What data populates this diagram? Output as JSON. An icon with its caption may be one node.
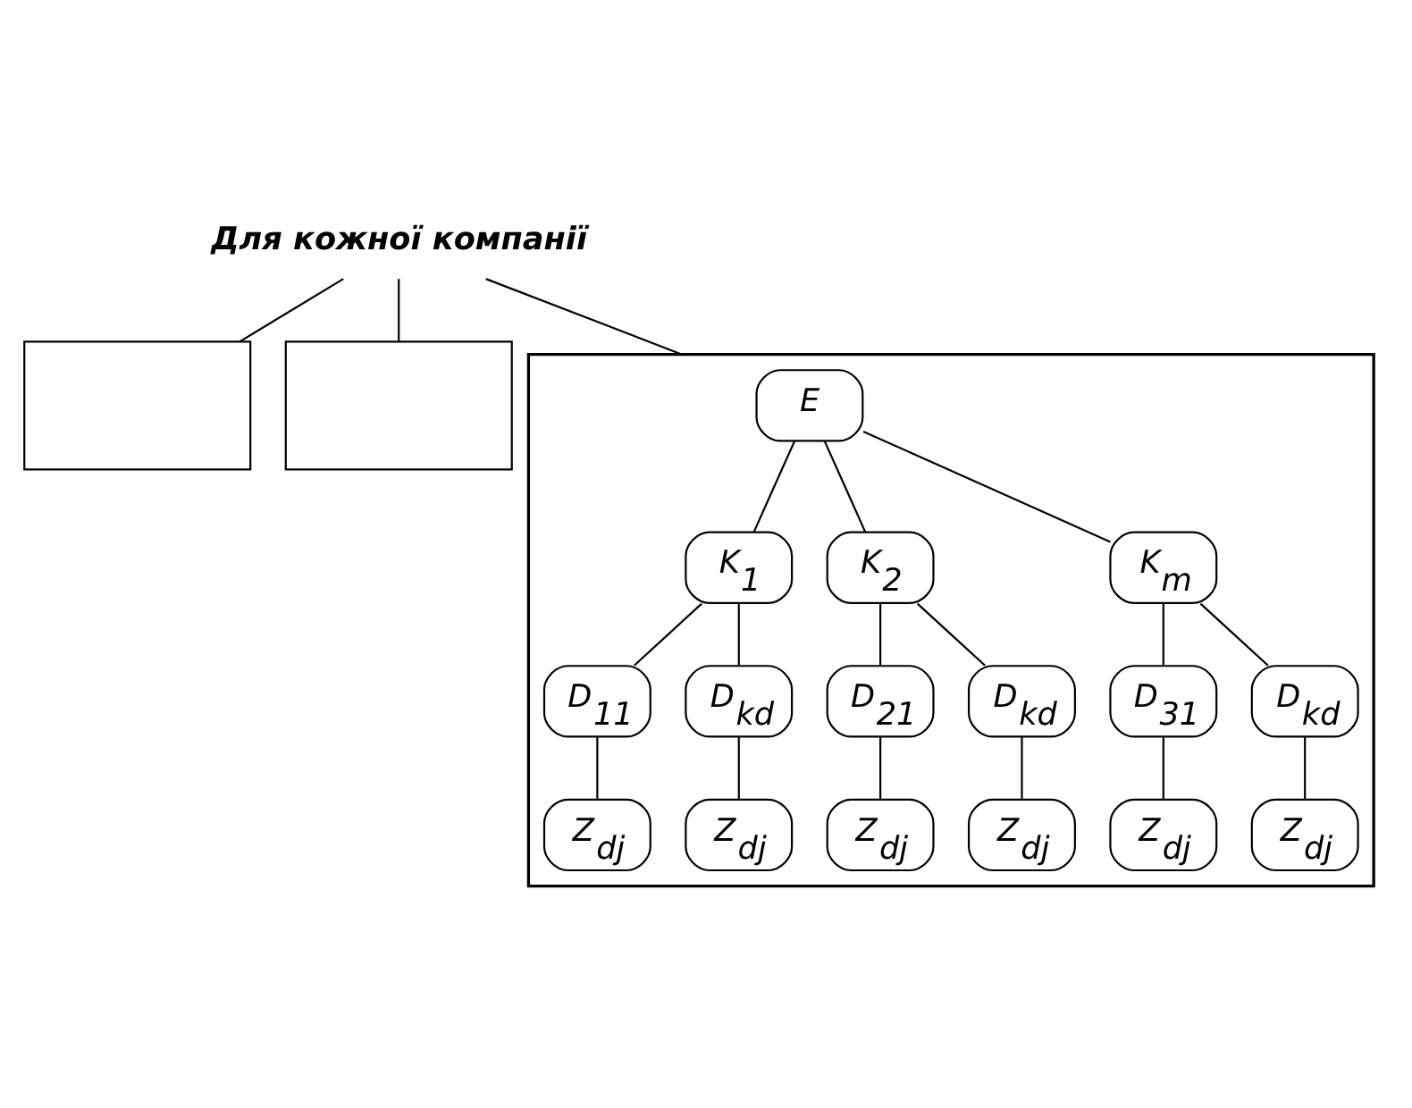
{
  "diagram": {
    "nodes": [
      {
        "text": [
          "Для кожної компанії"
        ]
      },
      {
        "text": [],
        "shape": "box"
      },
      {
        "text": [],
        "shape": "box"
      },
      {
        "text": [],
        "shape": "box"
      },
      {
        "text": [
          "E"
        ],
        "in": 3
      },
      {
        "text": [
          "K$_{1}$"
        ],
        "in": 3
      },
      {
        "text": [
          "K$_{2}$"
        ],
        "in": 3
      },
      {
        "text": [
          "K$_{m}$"
        ],
        "in": 3
      },
      {
        "text": [
          "D$_{11}$"
        ],
        "in": 3
      },
      {
        "text": [
          "D$_{kd}$"
        ],
        "in": 3
      },
      {
        "text": [
          "D$_{21}$"
        ],
        "in": 3
      },
      {
        "text": [
          "D$_{kd}$"
        ],
        "in": 3
      },
      {
        "text": [
          "D$_{31}$"
        ],
        "in": 3
      },
      {
        "text": [
          "D$_{kd}$"
        ],
        "in": 3
      },
      {
        "text": [
          "Z$_{dj}$"
        ],
        "in": 3
      },
      {
        "text": [
          "Z$_{dj}$"
        ],
        "in": 3
      },
      {
        "text": [
          "Z$_{dj}$"
        ],
        "in": 3
      },
      {
        "text": [
          "Z$_{dj}$"
        ],
        "in": 3
      },
      {
        "text": [
          "Z$_{dj}$"
        ],
        "in": 3
      },
      {
        "text": [
          "Z$_{dj}$"
        ],
        "in": 3
      }
    ],
    "edges": [
      {
        "from": 0,
        "to": 1,
        "arrow": "none"
      },
      {
        "from": 0,
        "to": 2,
        "arrow": "none"
      },
      {
        "from": 0,
        "to": 3,
        "arrow": "none"
      },
      {
        "from": 4,
        "to": 5,
        "arrow": "none"
      },
      {
        "from": 4,
        "to": 6,
        "arrow": "none"
      },
      {
        "from": 4,
        "to": 7,
        "arrow": "none"
      },
      {
        "from": 5,
        "to": 8,
        "arrow": "none"
      },
      {
        "from": 5,
        "to": 9,
        "arrow": "none"
      },
      {
        "from": 6,
        "to": 10,
        "arrow": "none"
      },
      {
        "from": 6,
        "to": 11,
        "arrow": "none"
      },
      {
        "from": 7,
        "to": 12,
        "arrow": "none"
      },
      {
        "from": 7,
        "to": 13,
        "arrow": "none"
      },
      {
        "from": 8,
        "to": 14,
        "arrow": "none"
      },
      {
        "from": 9,
        "to": 15,
        "arrow": "none"
      },
      {
        "from": 10,
        "to": 16,
        "arrow": "none"
      },
      {
        "from": 11,
        "to": 17,
        "arrow": "none"
      },
      {
        "from": 12,
        "to": 18,
        "arrow": "none"
      },
      {
        "from": 13,
        "to": 19,
        "arrow": "none"
      }
    ]
  }
}
